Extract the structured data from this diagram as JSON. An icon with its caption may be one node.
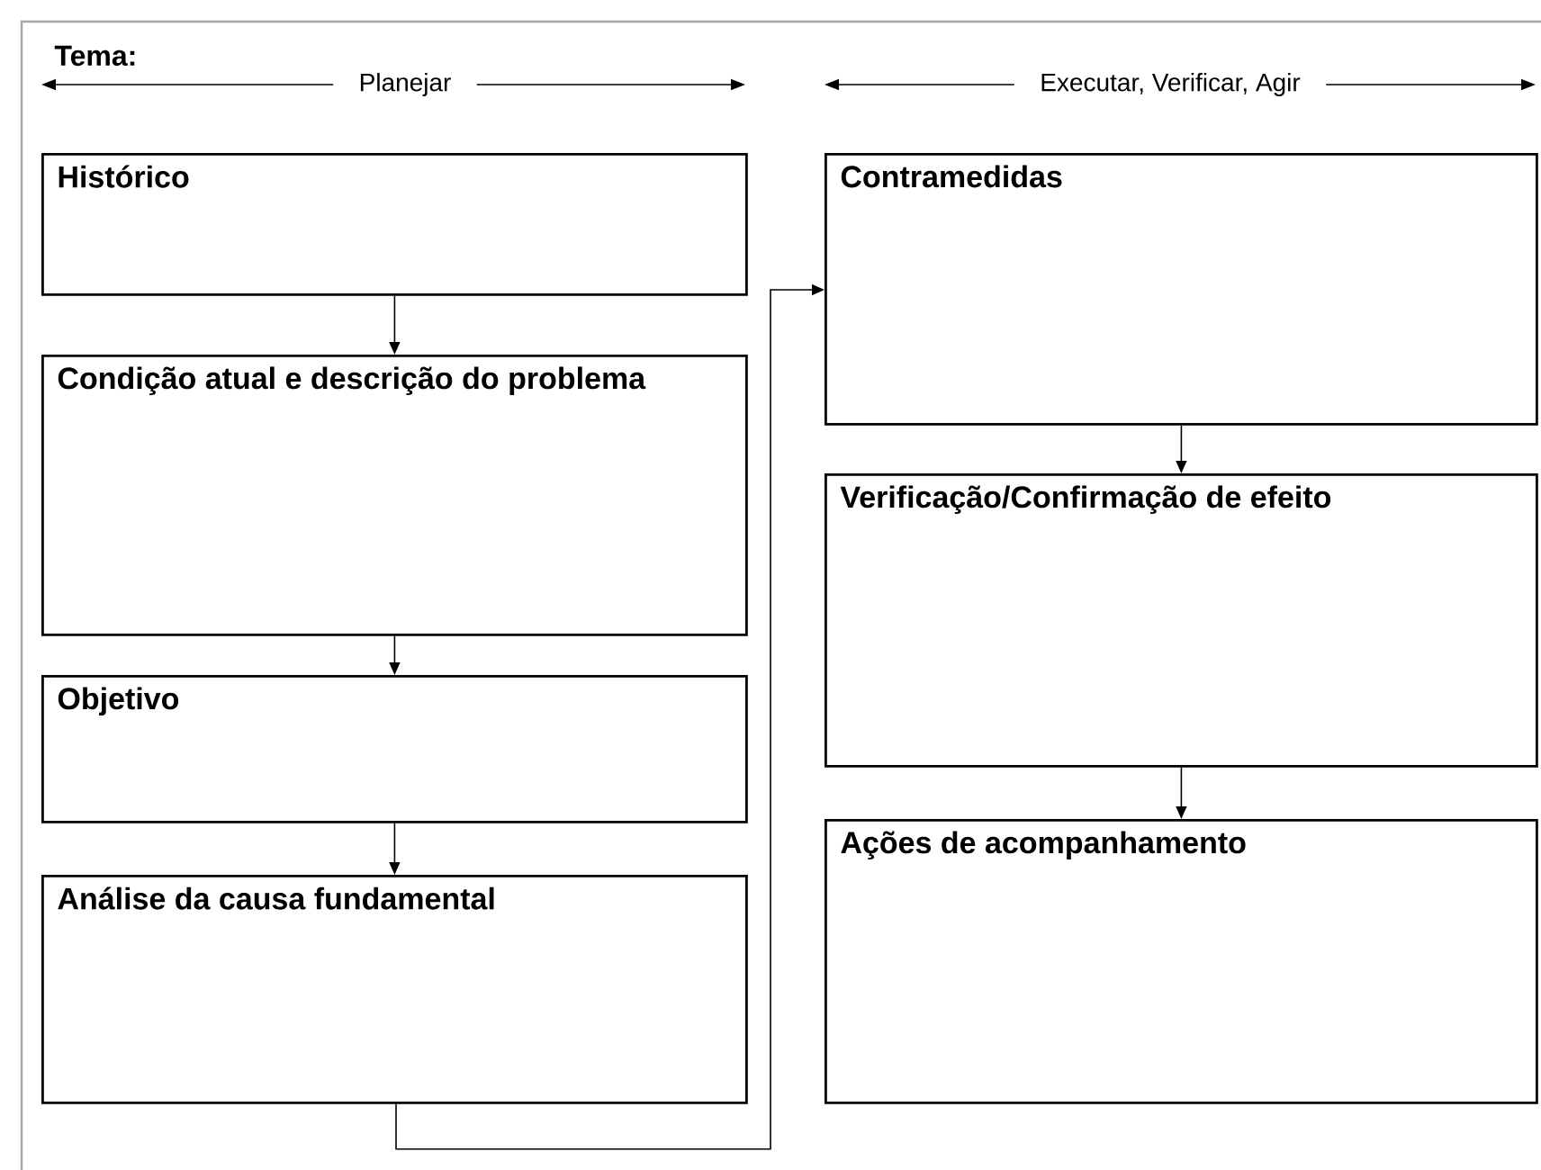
{
  "diagram": {
    "title": "Tema:",
    "nodes": [
      {
        "text": [
          "Histórico"
        ]
      },
      {
        "text": [
          "Condição atual e descrição do problema"
        ]
      },
      {
        "text": [
          "Objetivo"
        ]
      },
      {
        "text": [
          "Análise da causa fundamental"
        ]
      },
      {
        "text": [
          "Contramedidas"
        ]
      },
      {
        "text": [
          "Verificação/Confirmação de efeito"
        ]
      },
      {
        "text": [
          "Ações de acompanhamento"
        ]
      }
    ],
    "edges": [
      {
        "from": 0,
        "to": 1,
        "arrow": "to"
      },
      {
        "from": 1,
        "to": 2,
        "arrow": "to"
      },
      {
        "from": 2,
        "to": 3,
        "arrow": "to"
      },
      {
        "from": 3,
        "to": 4,
        "arrow": "to"
      },
      {
        "from": 4,
        "to": 5,
        "arrow": "to"
      },
      {
        "from": 5,
        "to": 6,
        "arrow": "to"
      }
    ],
    "labels": [
      "Planejar",
      "Executar, Verificar, Agir"
    ]
  }
}
